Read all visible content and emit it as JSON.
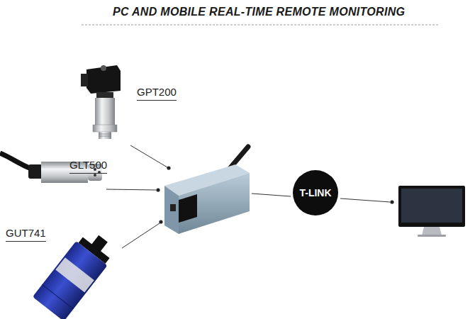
{
  "diagram": {
    "title": "PC AND MOBILE REAL-TIME REMOTE MONITORING",
    "nodes": [
      {
        "text": [
          "T-LINK"
        ]
      }
    ],
    "labels": [
      "GPT200",
      "GLT500",
      "GUT741"
    ]
  }
}
